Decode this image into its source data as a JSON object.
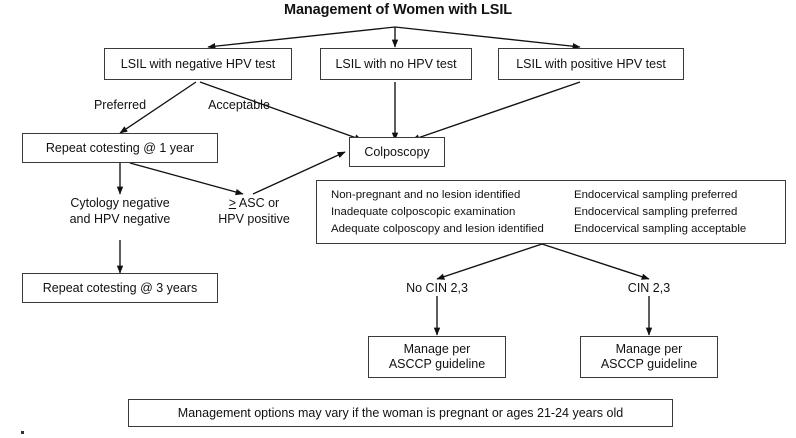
{
  "title": "Management of Women with LSIL",
  "nodes": {
    "lsil_negative": "LSIL with negative HPV test",
    "lsil_none": "LSIL with no HPV test",
    "lsil_positive": "LSIL with positive HPV test",
    "repeat_1year": "Repeat cotesting @ 1 year",
    "colposcopy": "Colposcopy",
    "repeat_3years": "Repeat cotesting @ 3 years",
    "manage_left": "Manage per\nASCCP guideline",
    "manage_right": "Manage per\nASCCP guideline",
    "footer_note": "Management options may vary if the woman is pregnant or ages 21-24 years old"
  },
  "edge_labels": {
    "preferred": "Preferred",
    "acceptable": "Acceptable",
    "cytology_negative": "Cytology negative\nand HPV negative",
    "asc_or_hpv_positive_prefix": ">",
    "asc_or_hpv_positive_rest": " ASC or\nHPV positive",
    "no_cin": "No CIN 2,3",
    "cin": "CIN 2,3"
  },
  "findings_table": {
    "rows": [
      {
        "condition": "Non-pregnant and no lesion identified",
        "recommendation": "Endocervical sampling preferred"
      },
      {
        "condition": "Inadequate colposcopic examination",
        "recommendation": "Endocervical sampling preferred"
      },
      {
        "condition": "Adequate  colposcopy and lesion identified",
        "recommendation": "Endocervical sampling acceptable"
      }
    ]
  },
  "colors": {
    "stroke": "#3a3a3a",
    "text": "#111111",
    "background": "#ffffff"
  }
}
